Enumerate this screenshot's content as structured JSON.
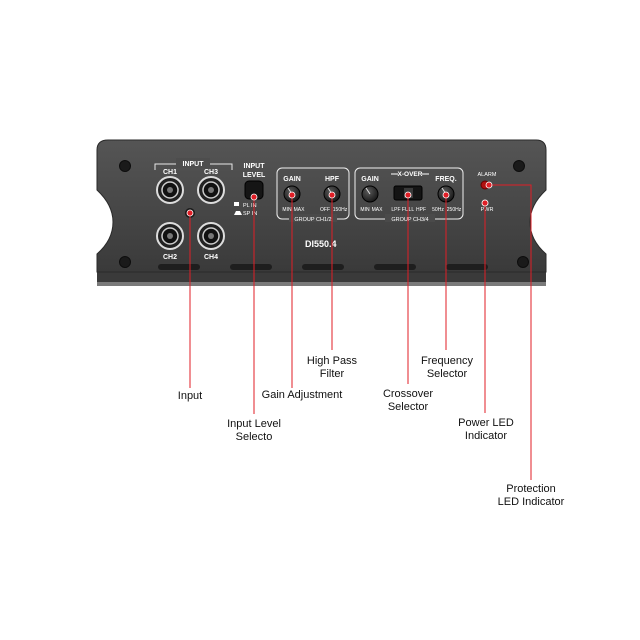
{
  "panel": {
    "input_title": "INPUT",
    "ch1": "CH1",
    "ch2": "CH2",
    "ch3": "CH3",
    "ch4": "CH4",
    "input_level_line1": "INPUT",
    "input_level_line2": "LEVEL",
    "plin": "PL IN",
    "spin": "SP IN",
    "gain": "GAIN",
    "hpf": "HPF",
    "min": "MIN",
    "max": "MAX",
    "off": "OFF",
    "hpf_max": "150Hz",
    "group12": "GROUP CH1/2",
    "model": "DI550.4",
    "gain2": "GAIN",
    "xover": "X-OVER",
    "freq": "FREQ.",
    "lpf": "LPF",
    "full": "FULL",
    "hpf2": "HPF",
    "freq_min": "50Hz",
    "freq_max": "250Hz",
    "group34": "GROUP CH3/4",
    "alarm": "ALARM",
    "pwr": "PWR"
  },
  "callouts": {
    "input": [
      "Input"
    ],
    "input_level": [
      "Input Level",
      "Selecto"
    ],
    "gain": [
      "Gain Adjustment"
    ],
    "hpf": [
      "High Pass",
      "Filter"
    ],
    "crossover": [
      "Crossover",
      "Selector"
    ],
    "frequency": [
      "Frequency",
      "Selector"
    ],
    "power_led": [
      "Power LED",
      "Indicator"
    ],
    "protection_led": [
      "Protection",
      "LED Indicator"
    ]
  },
  "colors": {
    "panel": "#464646",
    "panel_dark": "#2e2e2e",
    "pointer": "#e01e26",
    "label": "#ffffff"
  }
}
